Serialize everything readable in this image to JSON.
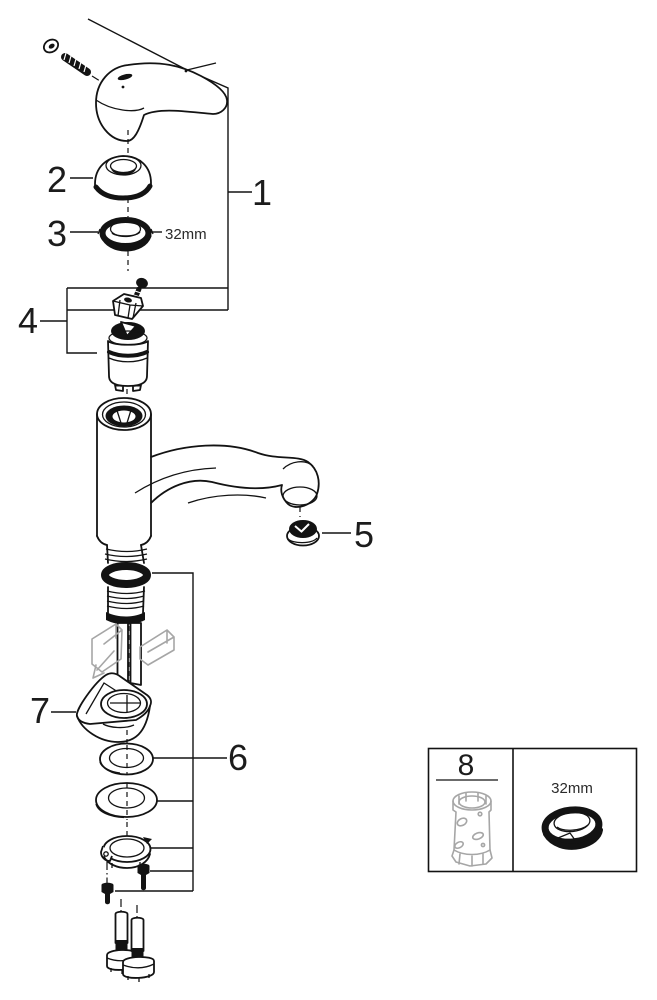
{
  "diagram": {
    "type": "exploded-parts-diagram",
    "colors": {
      "background": "#ffffff",
      "line_color": "#131313",
      "muted_color": "#a6a6a6",
      "text_color": "#1c1c1c"
    },
    "callouts": {
      "c1": "1",
      "c2": "2",
      "c3": "3",
      "c4": "4",
      "c5": "5",
      "c6": "6",
      "c7": "7",
      "c8": "8"
    },
    "annotations": {
      "ring_nut_size": "32mm",
      "spare_ring_size": "32mm"
    }
  }
}
